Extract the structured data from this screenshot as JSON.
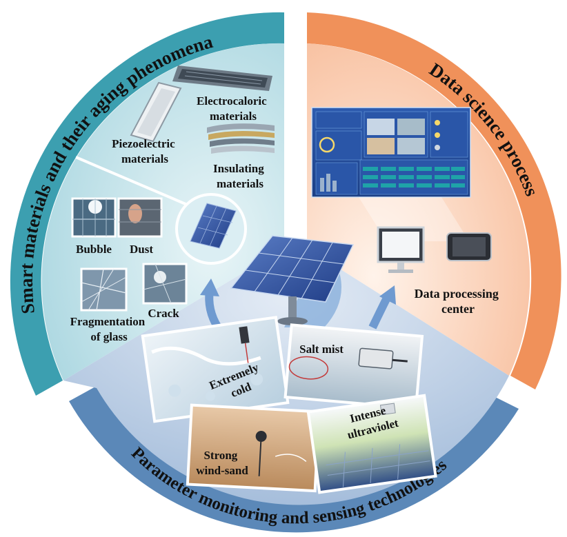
{
  "ring": {
    "left_title": "Smart materials and their aging phenomena",
    "right_title": "Data science process",
    "bottom_title": "Parameter monitoring and sensing technologies"
  },
  "materials": {
    "electrocaloric": [
      "Electrocaloric",
      "materials"
    ],
    "piezoelectric": [
      "Piezoelectric",
      "materials"
    ],
    "insulating": [
      "Insulating",
      "materials"
    ]
  },
  "aging": {
    "bubble": "Bubble",
    "dust": "Dust",
    "fragmentation": [
      "Fragmentation",
      "of glass"
    ],
    "crack": "Crack"
  },
  "data_center": [
    "Data processing",
    "center"
  ],
  "environments": {
    "cold": [
      "Extremely",
      "cold"
    ],
    "salt": "Salt mist",
    "wind": [
      "Strong",
      "wind-sand"
    ],
    "uv": [
      "Intense",
      "ultraviolet"
    ]
  },
  "colors": {
    "left_ring": "#3c9fb0",
    "right_ring": "#f0915a",
    "bottom_ring": "#5b88b8",
    "left_fill": "#cfe8ee",
    "right_fill": "#fbe1d0",
    "bottom_fill": "#c6d6ea",
    "panel": "#2e4f9a",
    "arrow": "#6f9ad0"
  }
}
